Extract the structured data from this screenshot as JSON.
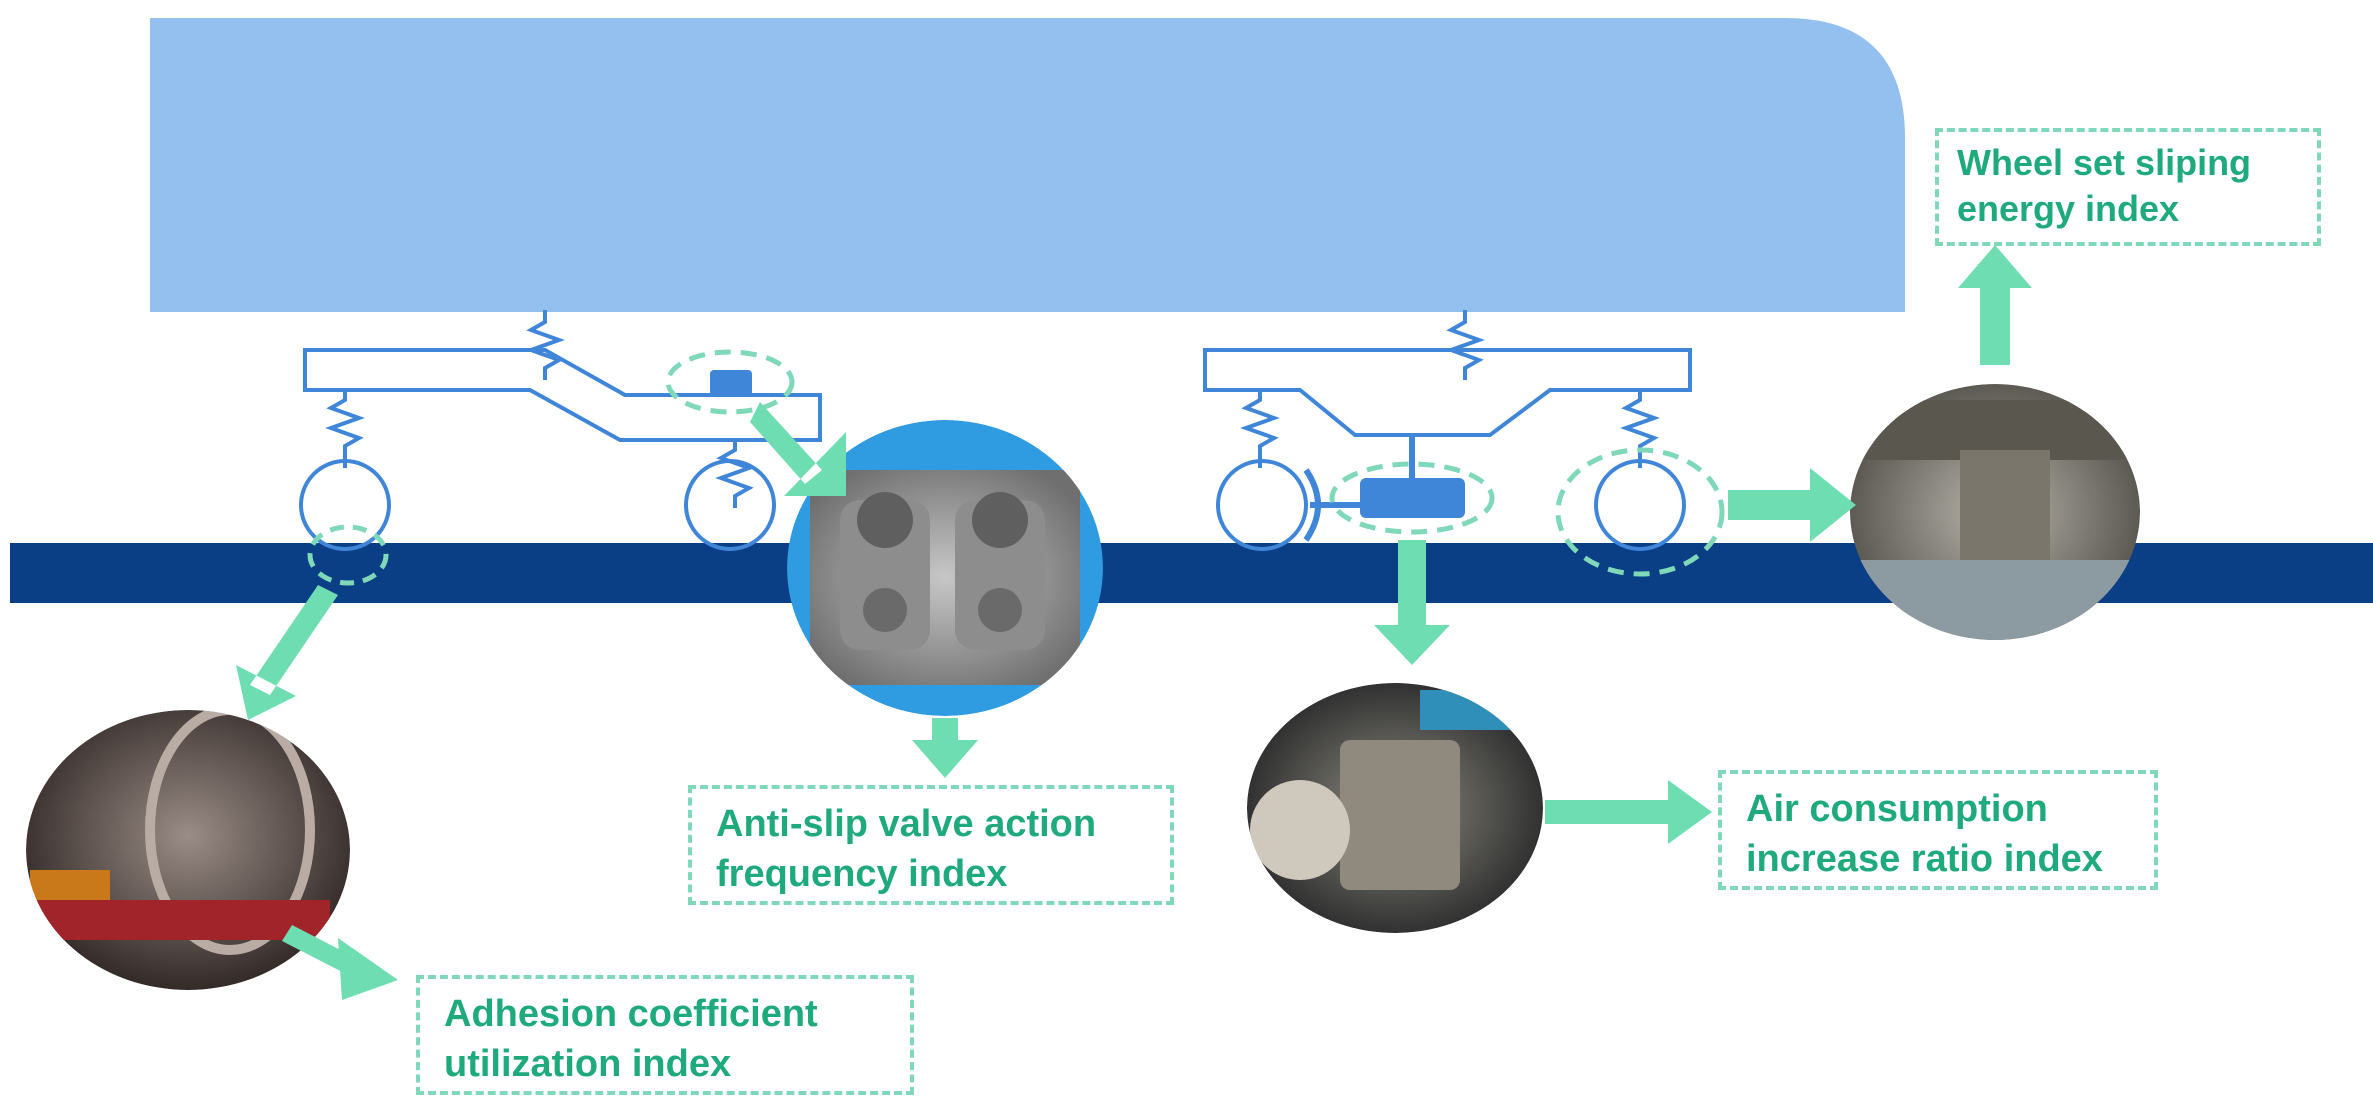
{
  "labels": {
    "wheel_slip": [
      "Wheel set sliping",
      "energy index"
    ],
    "anti_slip": [
      "Anti-slip valve action",
      "frequency index"
    ],
    "air": [
      "Air consumption",
      "increase ratio index"
    ],
    "adhesion": [
      "Adhesion coefficient",
      "utilization index"
    ]
  },
  "colors": {
    "car_body": "#93c0ef",
    "rail": "#0a3f86",
    "frame_outline": "#3f86d9",
    "component_fill": "#3f86d9",
    "arrow": "#6fddb2",
    "dashed": "#7fd8b8",
    "text": "#1faa7c"
  },
  "icons": {
    "anti_slip_valve_photo": "valve-photo-icon",
    "wheel_photo": "wheel-photo-icon",
    "air_unit_photo": "air-unit-photo-icon",
    "wheelset_photo": "wheelset-photo-icon"
  }
}
